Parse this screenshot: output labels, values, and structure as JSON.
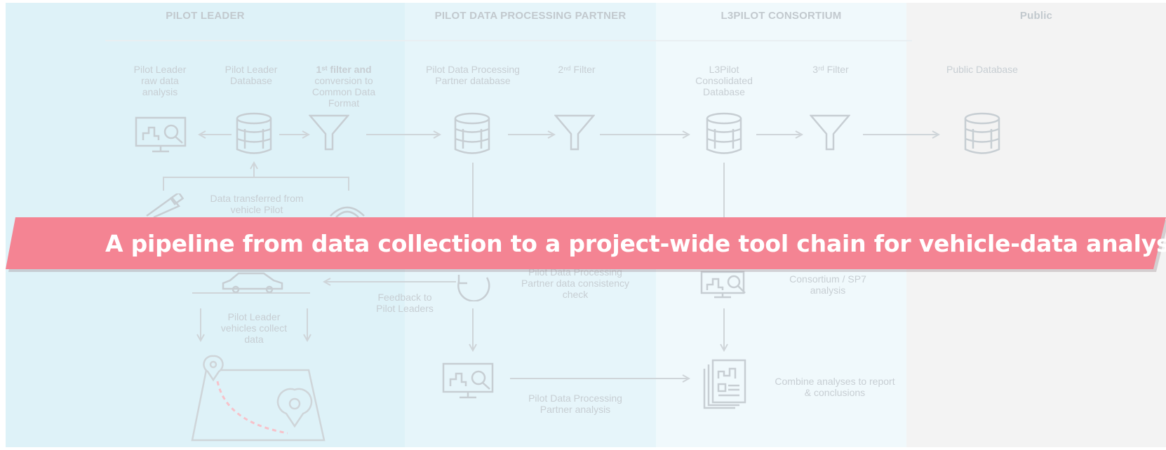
{
  "columns": {
    "leader": "PILOT LEADER",
    "partner": "PILOT DATA PROCESSING PARTNER",
    "consortium": "L3PILOT CONSORTIUM",
    "public": "Public"
  },
  "labels": {
    "raw_analysis": "Pilot Leader raw data analysis",
    "leader_db": "Pilot Leader Database",
    "filter1_a": "1ˢᵗ filter and",
    "filter1_b": "conversion to Common Data Format",
    "partner_db": "Pilot Data Processing Partner database",
    "filter2": "2ⁿᵈ Filter",
    "consolidated_db": "L3Pilot Consolidated Database",
    "filter3": "3ʳᵈ Filter",
    "public_db": "Public Database",
    "data_transferred": "Data transferred from vehicle Pilot",
    "consistency_check": "Pilot Data Processing Partner data consistency check",
    "consortium_analysis": "Consortium / SP7 analysis",
    "feedback": "Feedback to Pilot Leaders",
    "vehicles_collect": "Pilot Leader vehicles collect data",
    "partner_analysis": "Pilot Data Processing Partner analysis",
    "combine": "Combine analyses to report & conclusions"
  },
  "banner": {
    "text": "A pipeline from data collection to a project-wide tool chain for vehicle-data analysis",
    "color": "#f48493"
  },
  "icons": [
    "monitor-analysis-icon",
    "database-icon",
    "filter-funnel-icon",
    "usb-stick-icon",
    "wifi-icon",
    "car-icon",
    "refresh-cycle-icon",
    "map-route-icon",
    "report-document-icon"
  ],
  "colors": {
    "leader_bg": "#def2f8",
    "partner_bg": "#e6f5fa",
    "consortium_bg": "#f0f9fc",
    "public_bg": "#f3f3f3",
    "line": "#cfd5d9"
  }
}
